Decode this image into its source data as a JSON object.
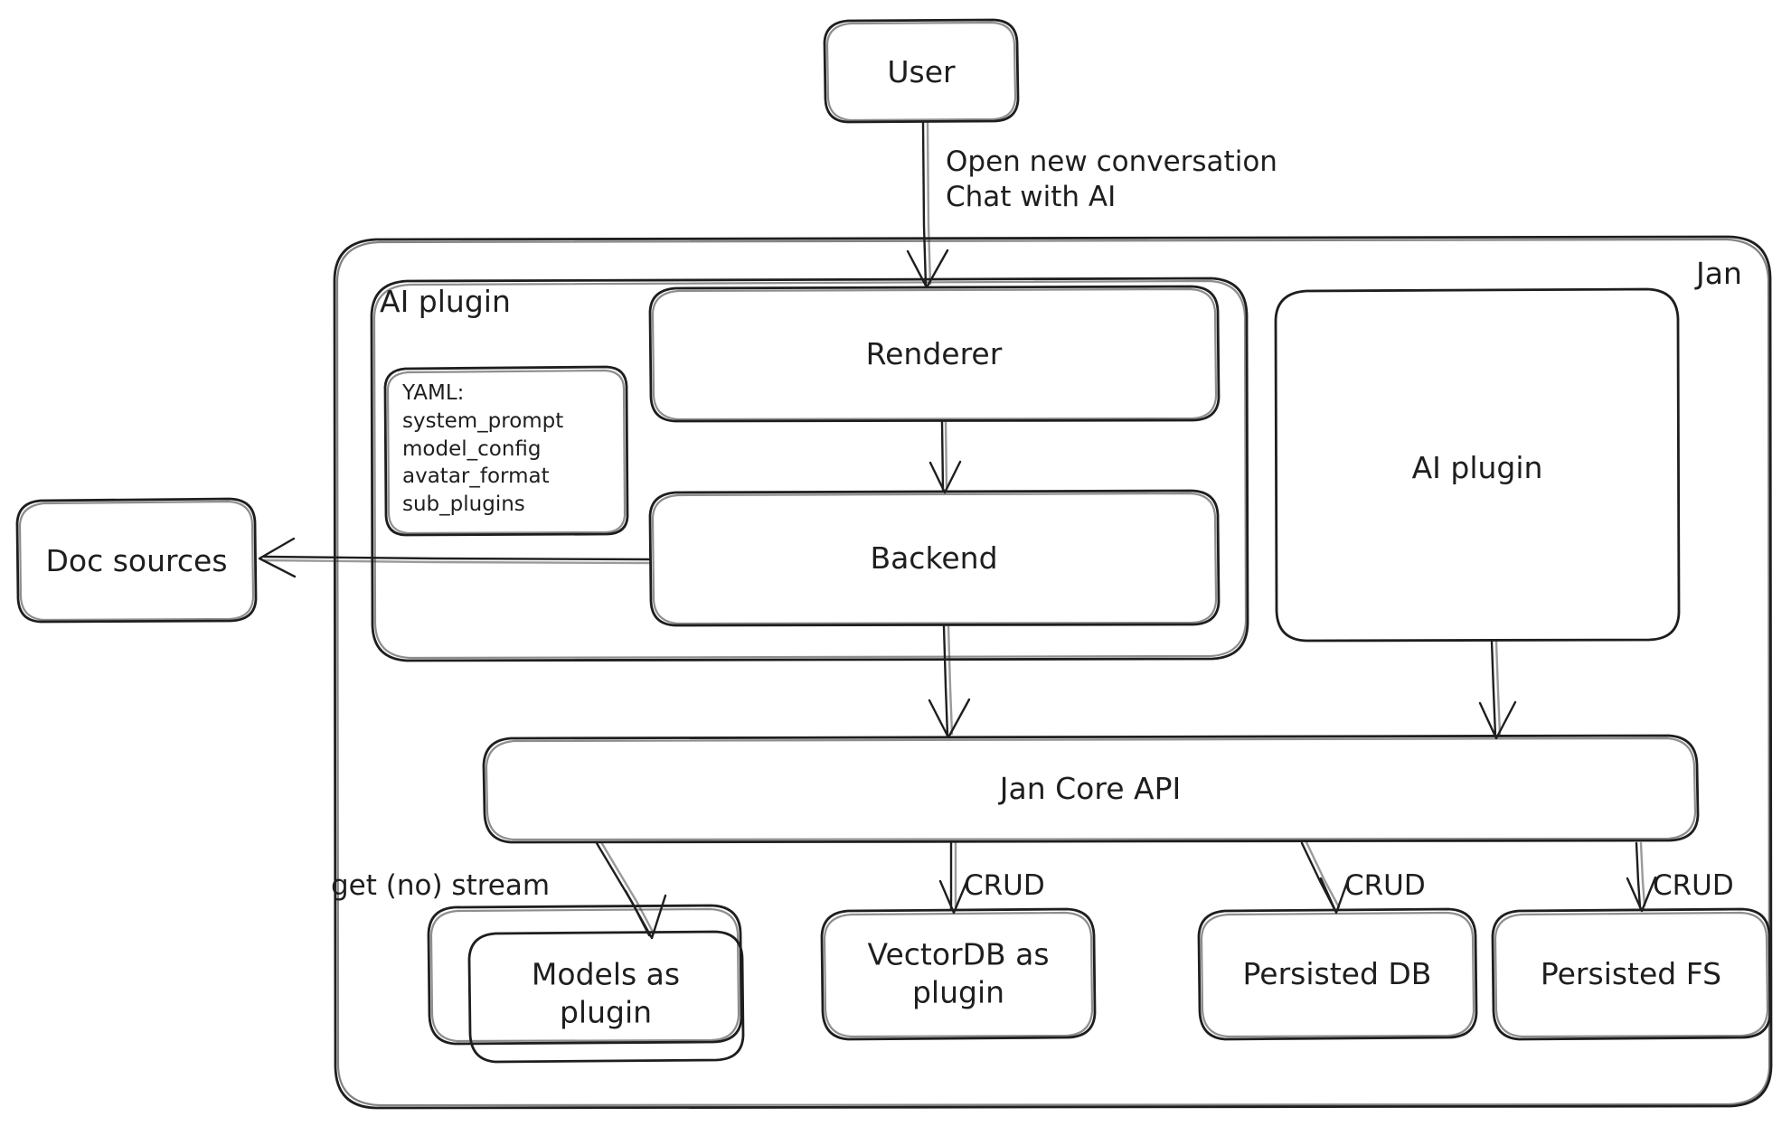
{
  "diagram": {
    "title": "Jan architecture diagram",
    "style": "hand-drawn",
    "background": "#ffffff",
    "stroke_color": "#1e1e1e"
  },
  "nodes": {
    "user": {
      "label": "User"
    },
    "jan_container": {
      "label": "Jan"
    },
    "ai_plugin_container": {
      "label": "AI plugin"
    },
    "yaml_box": {
      "title": "YAML:",
      "lines": [
        "system_prompt",
        "model_config",
        "avatar_format",
        "sub_plugins"
      ],
      "text": "YAML:\nsystem_prompt\nmodel_config\navatar_format\nsub_plugins"
    },
    "renderer": {
      "label": "Renderer"
    },
    "backend": {
      "label": "Backend"
    },
    "ai_plugin_box": {
      "label": "AI plugin"
    },
    "doc_sources": {
      "label": "Doc sources"
    },
    "jan_core_api": {
      "label": "Jan Core API"
    },
    "models_plugin": {
      "label": "Models as\nplugin"
    },
    "vectordb_plugin": {
      "label": "VectorDB as\nplugin"
    },
    "persisted_db": {
      "label": "Persisted DB"
    },
    "persisted_fs": {
      "label": "Persisted FS"
    }
  },
  "edges": [
    {
      "id": "user-to-renderer",
      "from": "user",
      "to": "renderer",
      "label": "Open new conversation\nChat with AI"
    },
    {
      "id": "renderer-to-backend",
      "from": "renderer",
      "to": "backend",
      "label": ""
    },
    {
      "id": "backend-to-doc-sources",
      "from": "backend",
      "to": "doc_sources",
      "label": ""
    },
    {
      "id": "backend-to-core-api",
      "from": "backend",
      "to": "jan_core_api",
      "label": ""
    },
    {
      "id": "ai-plugin-to-core-api",
      "from": "ai_plugin_box",
      "to": "jan_core_api",
      "label": ""
    },
    {
      "id": "core-api-to-models",
      "from": "jan_core_api",
      "to": "models_plugin",
      "label": "get (no) stream"
    },
    {
      "id": "core-api-to-vectordb",
      "from": "jan_core_api",
      "to": "vectordb_plugin",
      "label": "CRUD"
    },
    {
      "id": "core-api-to-db",
      "from": "jan_core_api",
      "to": "persisted_db",
      "label": "CRUD"
    },
    {
      "id": "core-api-to-fs",
      "from": "jan_core_api",
      "to": "persisted_fs",
      "label": "CRUD"
    }
  ]
}
